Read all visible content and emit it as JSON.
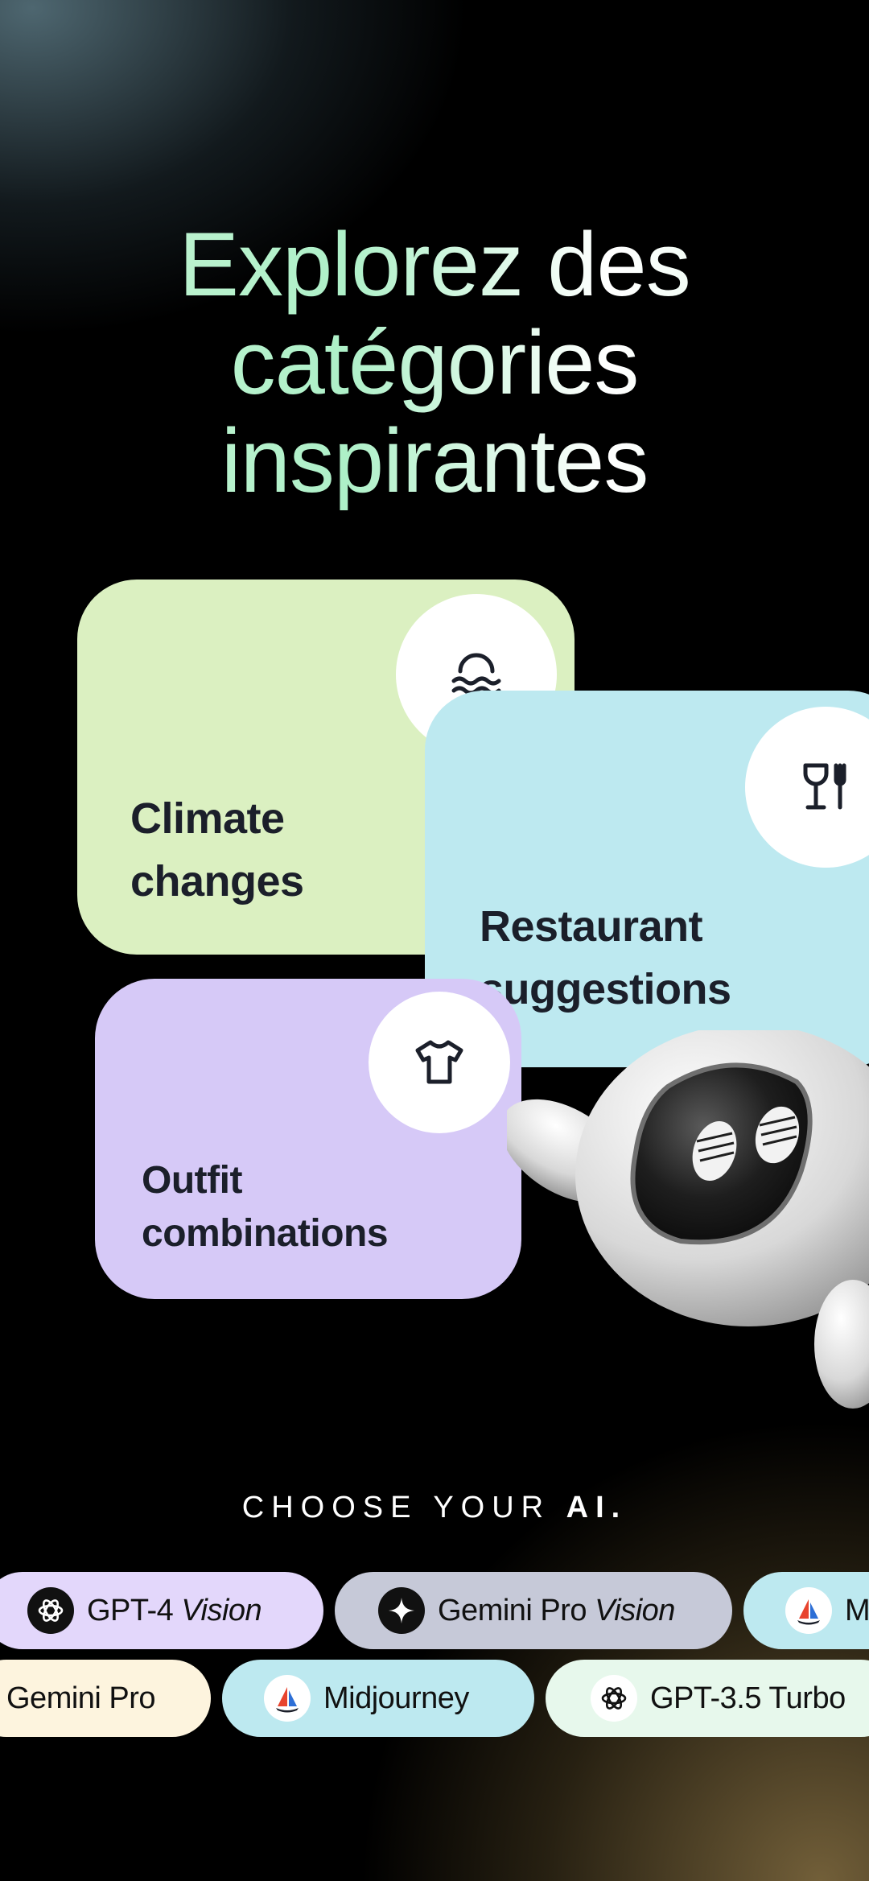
{
  "headline": {
    "line1": "Explorez des",
    "line2": "catégories",
    "line3": "inspirantes"
  },
  "categories": [
    {
      "label_line1": "Climate",
      "label_line2": "changes",
      "icon": "waves-icon",
      "color": "#dbf0c1"
    },
    {
      "label_line1": "Restaurant",
      "label_line2": "suggestions",
      "icon": "wine-glass-fork-icon",
      "color": "#bde9f0"
    },
    {
      "label_line1": "Outfit",
      "label_line2": "combinations",
      "icon": "tshirt-icon",
      "color": "#d6c9f7"
    }
  ],
  "choose": {
    "prefix": "CHOOSE YOUR ",
    "bold": "AI."
  },
  "models_row1": [
    {
      "name": "GPT-4",
      "suffix": "Vision",
      "icon": "openai-icon",
      "color": "#e3d7fb"
    },
    {
      "name": "Gemini Pro",
      "suffix": "Vision",
      "icon": "gemini-icon",
      "color": "#c6c9d8"
    },
    {
      "name": "M",
      "suffix": "",
      "icon": "midjourney-icon",
      "color": "#bde9f0"
    }
  ],
  "models_row2": [
    {
      "name": "Gemini Pro",
      "icon": "",
      "color": "#fdf4de"
    },
    {
      "name": "Midjourney",
      "icon": "midjourney-icon",
      "color": "#bde9f0"
    },
    {
      "name": "GPT-3.5 Turbo",
      "icon": "openai-icon",
      "color": "#e7f8ec"
    }
  ]
}
